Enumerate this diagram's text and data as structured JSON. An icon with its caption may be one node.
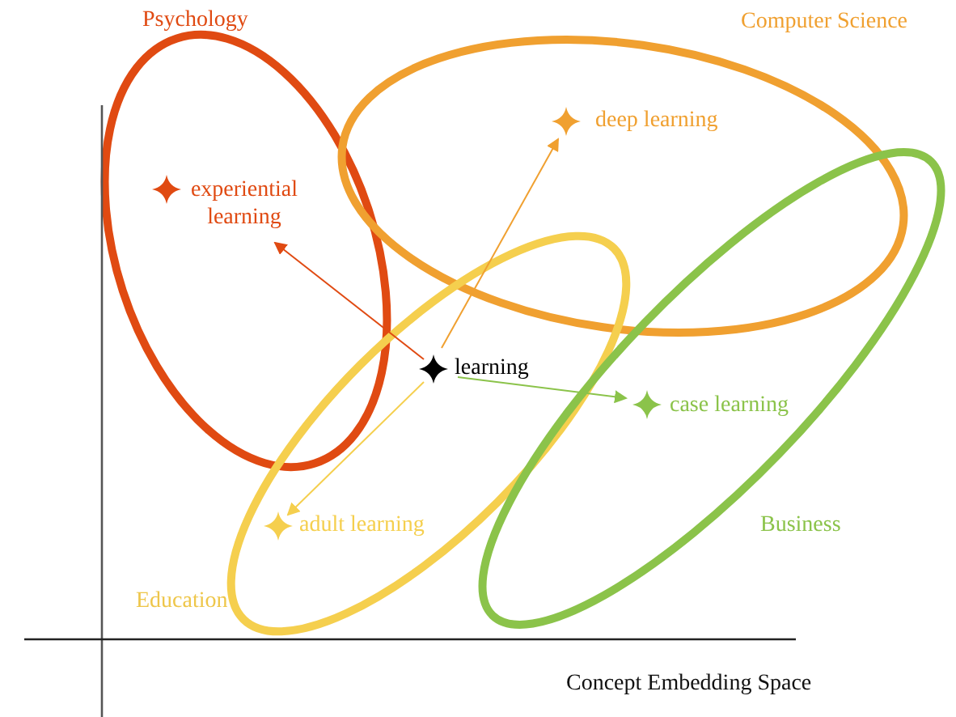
{
  "diagram": {
    "nodes": [
      {
        "text": [
          "Psychology"
        ]
      },
      {
        "text": [
          "Computer Science"
        ]
      },
      {
        "text": [
          "Education"
        ]
      },
      {
        "text": [
          "Business"
        ]
      },
      {
        "text": [
          "learning"
        ],
        "in": 2
      },
      {
        "text": [
          "experiential learning"
        ],
        "in": 0
      },
      {
        "text": [
          "deep learning"
        ],
        "in": 1
      },
      {
        "text": [
          "adult learning"
        ],
        "in": 2
      },
      {
        "text": [
          "case learning"
        ],
        "in": 3
      }
    ],
    "edges": [
      {
        "from": 4,
        "to": 5,
        "arrow": "to",
        "color": "#e04a12"
      },
      {
        "from": 4,
        "to": 6,
        "arrow": "to",
        "color": "#f0a030"
      },
      {
        "from": 4,
        "to": 7,
        "arrow": "to",
        "color": "#f5cf4e"
      },
      {
        "from": 4,
        "to": 8,
        "arrow": "to",
        "color": "#8bc34a"
      }
    ],
    "labels": [
      "Concept Embedding Space"
    ]
  }
}
